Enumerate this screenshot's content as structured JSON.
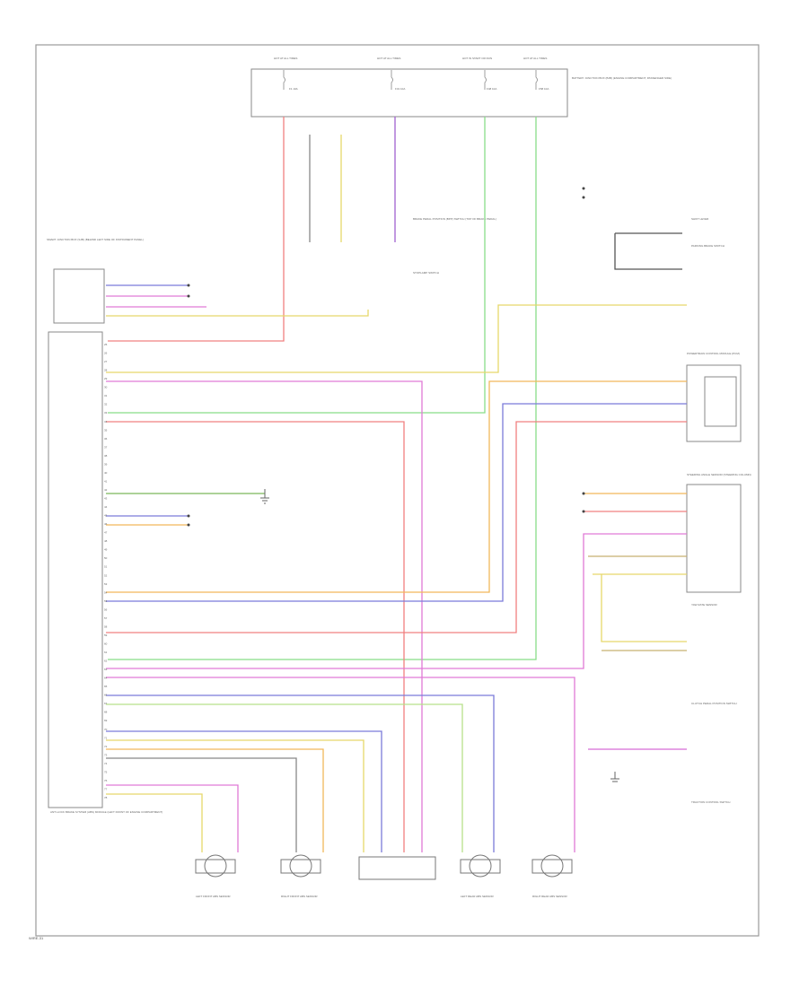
{
  "page": {
    "id": "WIRE-31"
  },
  "fuse_box": {
    "hot_labels": [
      "HOT AT ALL TIMES",
      "HOT AT ALL TIMES",
      "HOT IN START OR RUN",
      "HOT AT ALL TIMES"
    ],
    "fuses": [
      "F1 10A",
      "F31 10A",
      "F48 10A",
      "F58 10A"
    ],
    "label": "BATTERY JUNCTION BOX (BJB) (ENGINE COMPARTMENT, PASSENGER SIDE)"
  },
  "modules": {
    "smart_junction": "SMART JUNCTION BOX (SJB) (BEHIND LEFT SIDE OF INSTRUMENT PANEL)",
    "abs_module": "ANTI-LOCK BRAKE SYSTEM (ABS) MODULE (LEFT FRONT OF ENGINE COMPARTMENT)",
    "brake_pedal_switch": "BRAKE PEDAL POSITION (BPP) SWITCH (TOP OF BRAKE PEDAL)",
    "stoplamp_switch": "STOPLAMP SWITCH",
    "powertrain_module": "POWERTRAIN CONTROL MODULE (PCM)",
    "steering_sensor": "STEERING ANGLE SENSOR (STEERING COLUMN)",
    "yaw_rate": "YAW RATE SENSOR",
    "shift_lever": "SHIFT LEVER",
    "parking_brake": "PARKING BRAKE SWITCH",
    "traction_switch": "TRACTION CONTROL SWITCH",
    "clutch_switch": "CLUTCH PEDAL POSITION SWITCH",
    "wheel_sensors": [
      "LEFT FRONT ABS SENSOR",
      "RIGHT FRONT ABS SENSOR",
      "LEFT REAR ABS SENSOR",
      "RIGHT REAR ABS SENSOR"
    ]
  },
  "pins": {
    "left_connector": [
      "25",
      "26",
      "27",
      "28",
      "29",
      "30",
      "31",
      "32",
      "33",
      "34",
      "35",
      "36",
      "37",
      "38",
      "39",
      "40",
      "41",
      "42",
      "43",
      "44",
      "45",
      "46",
      "47",
      "48",
      "49",
      "50",
      "51",
      "52",
      "53",
      "54",
      "55",
      "56",
      "57",
      "58",
      "59",
      "60",
      "61",
      "62",
      "63",
      "64",
      "65",
      "66",
      "67",
      "68",
      "69",
      "70",
      "71",
      "72",
      "73",
      "74",
      "75",
      "76",
      "77",
      "78"
    ]
  },
  "wire_colors": {
    "red": "#f08080",
    "green": "#88dd88",
    "blue": "#7b7bd9",
    "yellow": "#e6d86a",
    "orange": "#f2b85a",
    "violet": "#e07ad6",
    "magenta": "#d86ad8",
    "purple": "#a060d0",
    "gray": "#999999",
    "ltgreen": "#b6e08a",
    "tan": "#c8b070"
  },
  "icons": [
    "ground-symbol-icon",
    "splice-dot-icon",
    "sensor-icon"
  ]
}
